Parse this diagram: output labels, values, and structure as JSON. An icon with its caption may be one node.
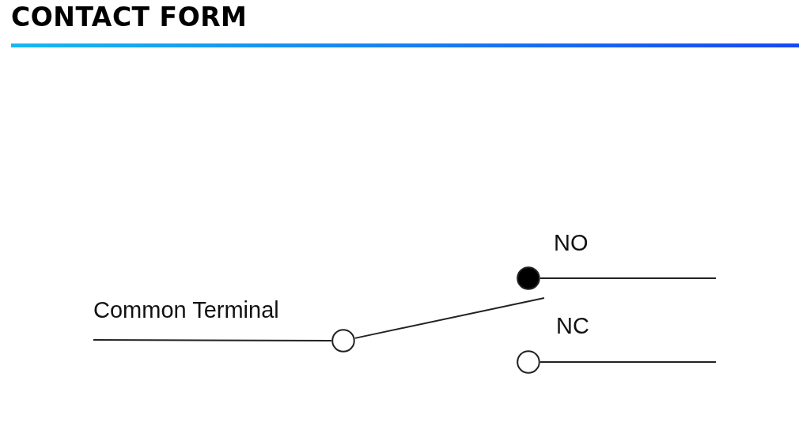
{
  "diagram": {
    "title": "CONTACT FORM",
    "nodes": [
      {
        "text": [],
        "shape": "circle",
        "beside": [
          "Common Terminal"
        ]
      },
      {
        "text": [],
        "shape": "dot",
        "beside": [
          "NO"
        ]
      },
      {
        "text": [],
        "shape": "circle",
        "beside": [
          "NC"
        ]
      }
    ],
    "edges": [
      {
        "from": null,
        "to": 0,
        "arrow": "none"
      },
      {
        "from": 0,
        "to": null,
        "arrow": "none"
      },
      {
        "from": 1,
        "to": null,
        "arrow": "none"
      },
      {
        "from": 2,
        "to": null,
        "arrow": "none"
      }
    ]
  }
}
